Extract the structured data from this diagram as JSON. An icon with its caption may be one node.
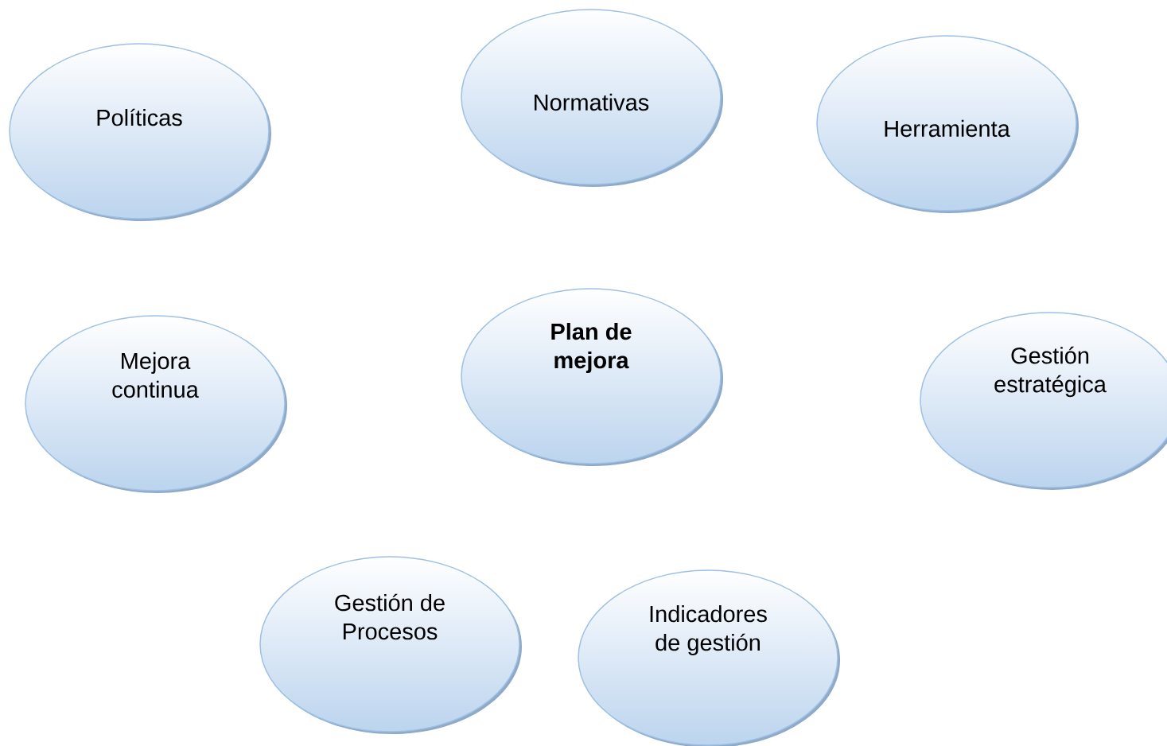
{
  "diagram": {
    "nodes": [
      {
        "text": [
          "Políticas"
        ]
      },
      {
        "text": [
          "Normativas"
        ]
      },
      {
        "text": [
          "Herramienta"
        ]
      },
      {
        "text": [
          "Mejora continua"
        ]
      },
      {
        "text": [
          "Plan de mejora"
        ]
      },
      {
        "text": [
          "Gestión estratégica"
        ]
      },
      {
        "text": [
          "Gestión de Procesos"
        ]
      },
      {
        "text": [
          "Indicadores de gestión"
        ]
      }
    ]
  }
}
